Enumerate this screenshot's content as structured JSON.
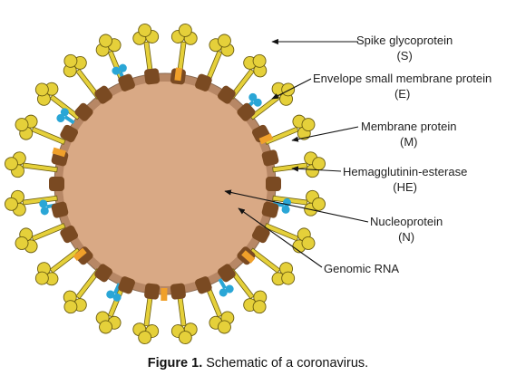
{
  "labels": {
    "spike": {
      "name": "Spike glycoprotein",
      "abbr": "(S)"
    },
    "envelope": {
      "name": "Envelope small membrane protein",
      "abbr": "(E)"
    },
    "membrane": {
      "name": "Membrane protein",
      "abbr": "(M)"
    },
    "he": {
      "name": "Hemagglutinin-esterase",
      "abbr": "(HE)"
    },
    "nucleo": {
      "name": "Nucleoprotein",
      "abbr": "(N)"
    },
    "rna": {
      "name": "Genomic RNA"
    }
  },
  "caption": {
    "prefix": "Figure 1.",
    "text": " Schematic of a coronavirus."
  },
  "colors": {
    "core": "#d9a985",
    "membrane": "#b78765",
    "m_protein": "#7a4a22",
    "spike": "#e5d03a",
    "spike_outline": "#6b5d10",
    "he": "#2aa6d6",
    "e_protein": "#f0a02a",
    "nucleo": "#8fc46a",
    "rna": "#3d9d2c"
  }
}
